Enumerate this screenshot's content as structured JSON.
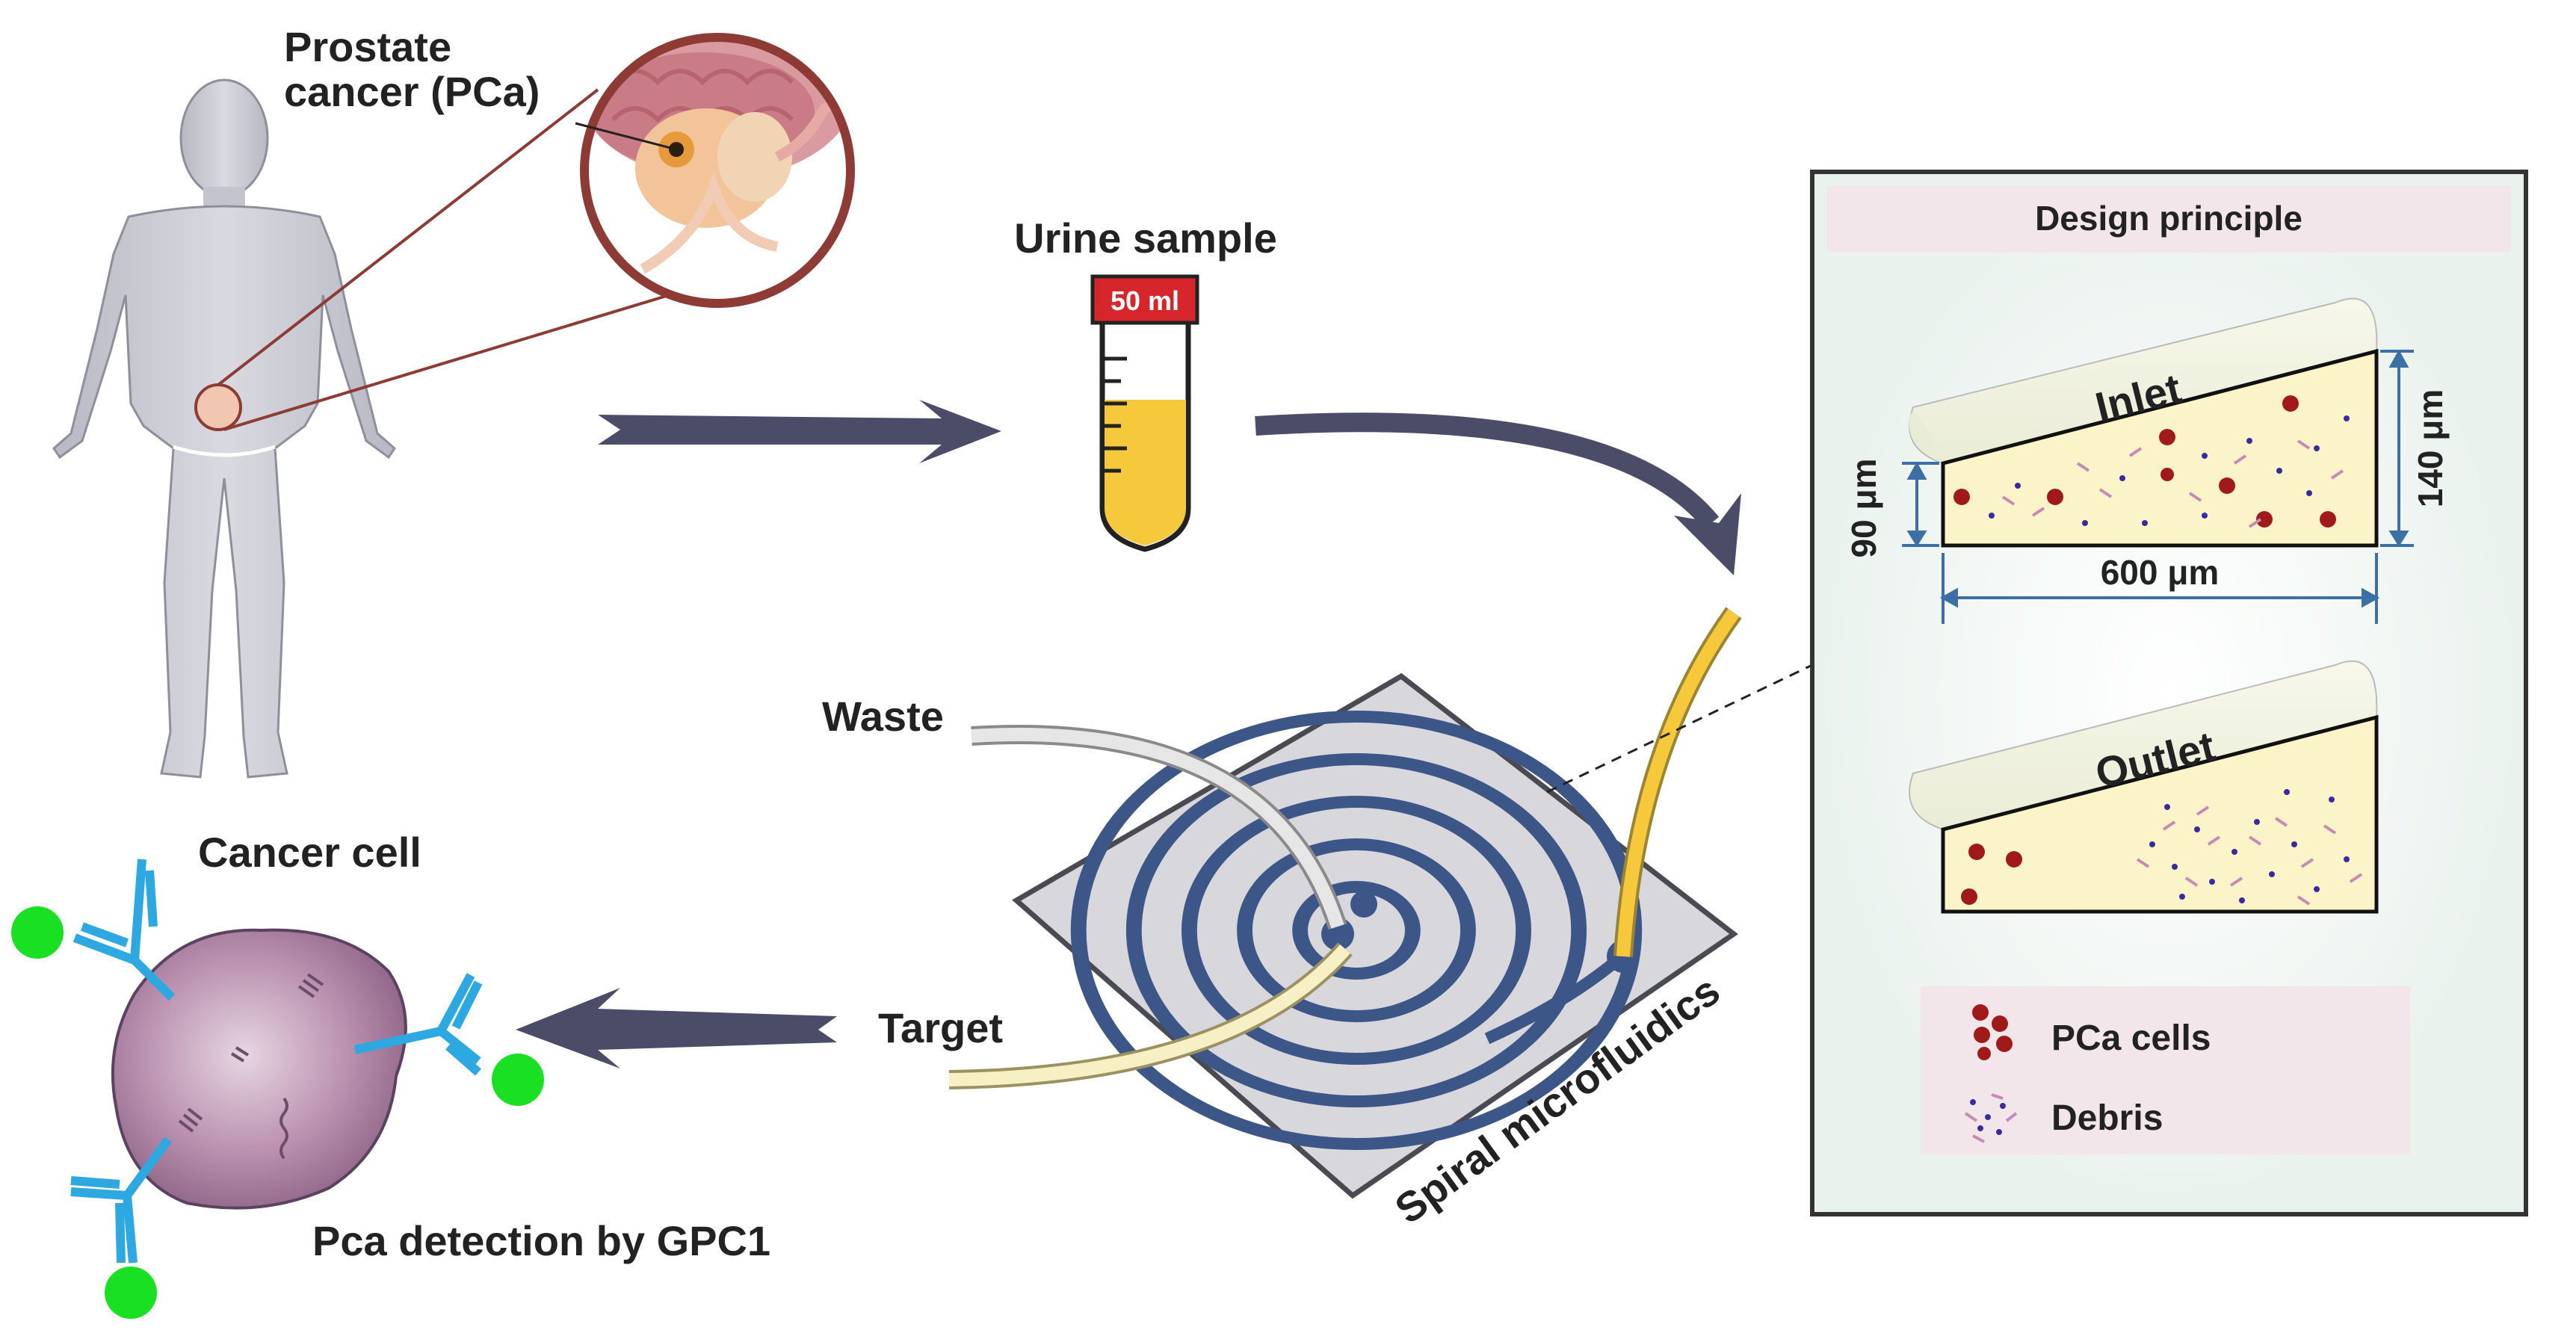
{
  "labels": {
    "prostate_line1": "Prostate",
    "prostate_line2": "cancer (PCa)",
    "urine_sample": "Urine sample",
    "tube_volume": "50 ml",
    "waste": "Waste",
    "target": "Target",
    "spiral": "Spiral microfluidics",
    "cancer_cell": "Cancer cell",
    "detection": "Pca detection by GPC1"
  },
  "design_panel": {
    "title": "Design principle",
    "inlet": "Inlet",
    "outlet": "Outlet",
    "dim_height_left": "90 μm",
    "dim_height_right": "140 μm",
    "dim_width": "600 μm",
    "legend": [
      {
        "label": "PCa cells",
        "icon": "pca-cells-icon"
      },
      {
        "label": "Debris",
        "icon": "debris-icon"
      }
    ]
  },
  "colors": {
    "arrow": "#4b4c68",
    "channel": "#3d5688",
    "cell_red": "#a11a1a",
    "urine": "#f6c93c",
    "antibody": "#2ea8e0",
    "fluorophore": "#19e023",
    "circle_outline": "#8e3a35",
    "panel_title_bg": "#f3e6ea",
    "panel_bg": "#eef4f0"
  }
}
